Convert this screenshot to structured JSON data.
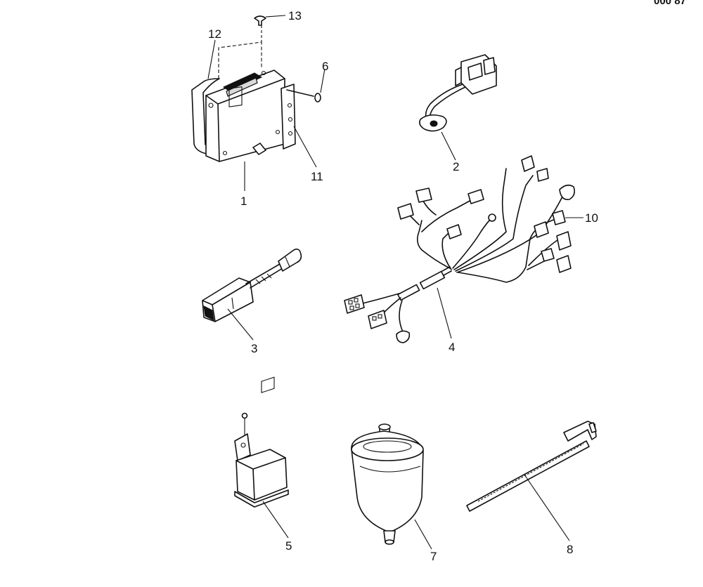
{
  "corner_text": "000 87",
  "callouts": {
    "p1": "1",
    "p2": "2",
    "p3": "3",
    "p4": "4",
    "p5": "5",
    "p6": "6",
    "p7": "7",
    "p8": "8",
    "p10": "10",
    "p11": "11",
    "p12": "12",
    "p13": "13"
  }
}
